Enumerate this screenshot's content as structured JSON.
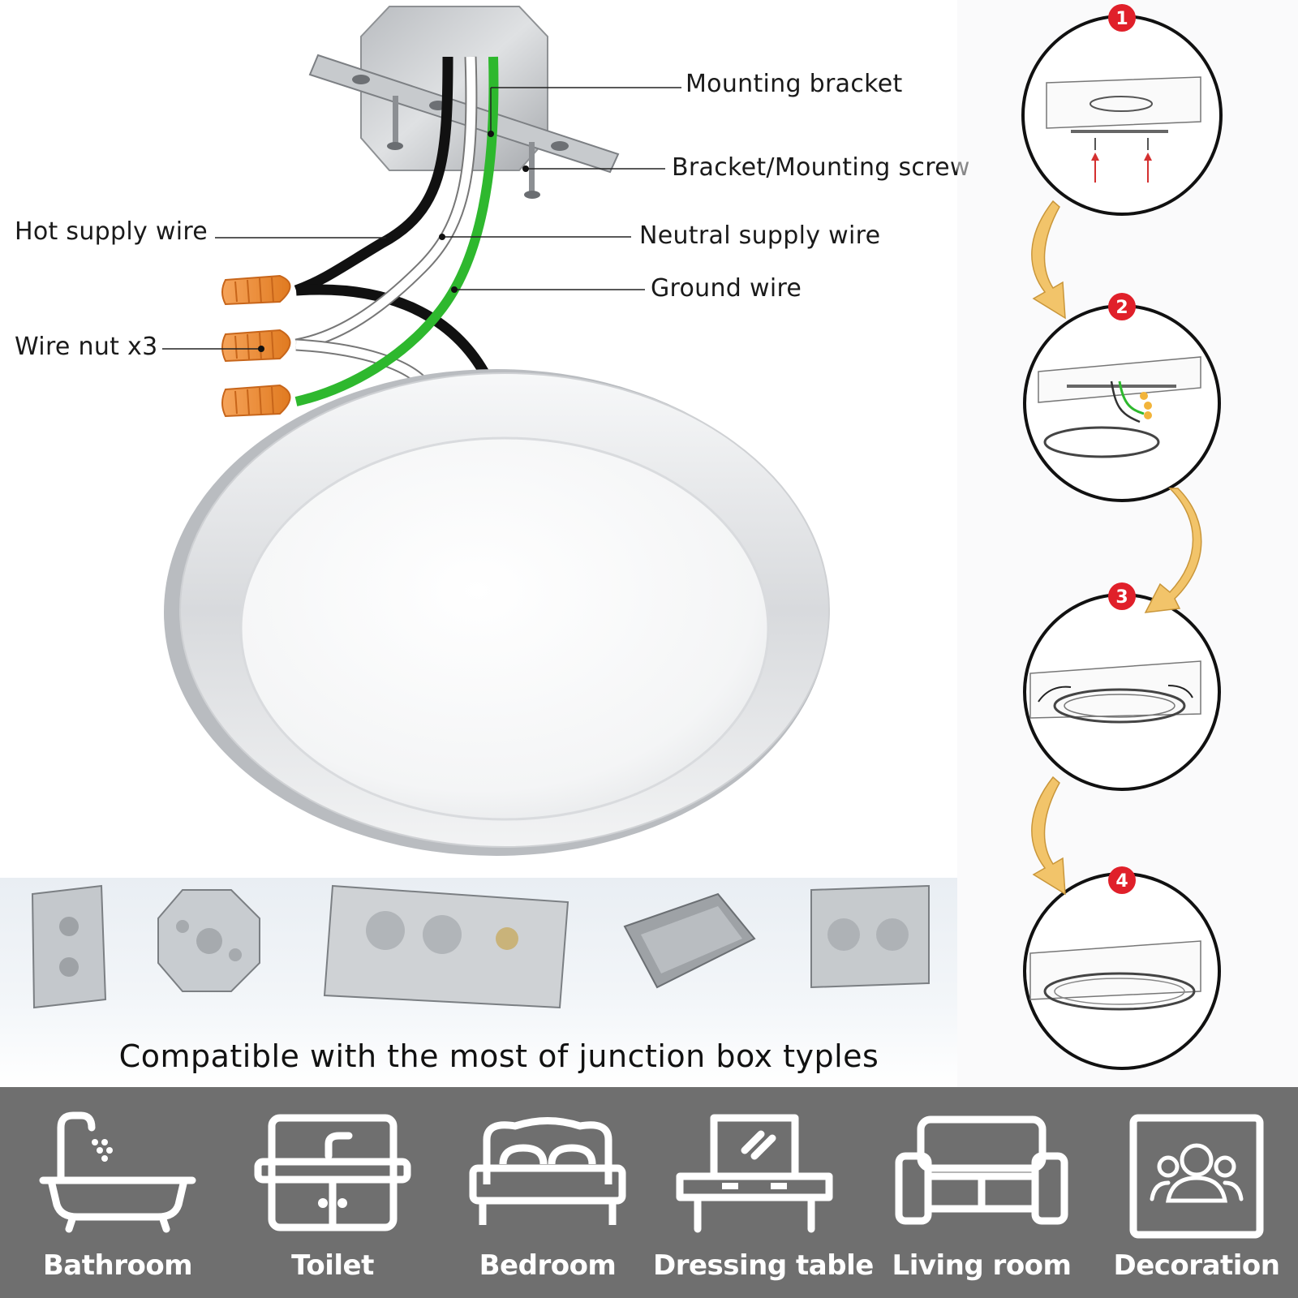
{
  "callouts": {
    "mounting_bracket": "Mounting bracket",
    "bracket_screw": "Bracket/Mounting screw",
    "hot_supply_wire": "Hot supply wire",
    "neutral_supply_wire": "Neutral supply wire",
    "ground_wire": "Ground wire",
    "wire_nut": "Wire nut x3"
  },
  "steps": [
    "1",
    "2",
    "3",
    "4"
  ],
  "compatible_caption": "Compatible with the most of junction box typles",
  "rooms": [
    {
      "label": "Bathroom",
      "icon": "bathtub-icon"
    },
    {
      "label": "Toilet",
      "icon": "sink-cabinet-icon"
    },
    {
      "label": "Bedroom",
      "icon": "bed-icon"
    },
    {
      "label": "Dressing table",
      "icon": "dressing-table-icon"
    },
    {
      "label": "Living room",
      "icon": "sofa-icon"
    },
    {
      "label": "Decoration",
      "icon": "people-icon"
    }
  ],
  "colors": {
    "hot_wire": "#111111",
    "neutral_wire": "#ffffff",
    "ground_wire": "#2eb82e",
    "wire_nut": "#f28a2e",
    "step_badge": "#e0202a",
    "flow_arrow": "#f2c46a",
    "room_band": "#6f6f6f"
  }
}
